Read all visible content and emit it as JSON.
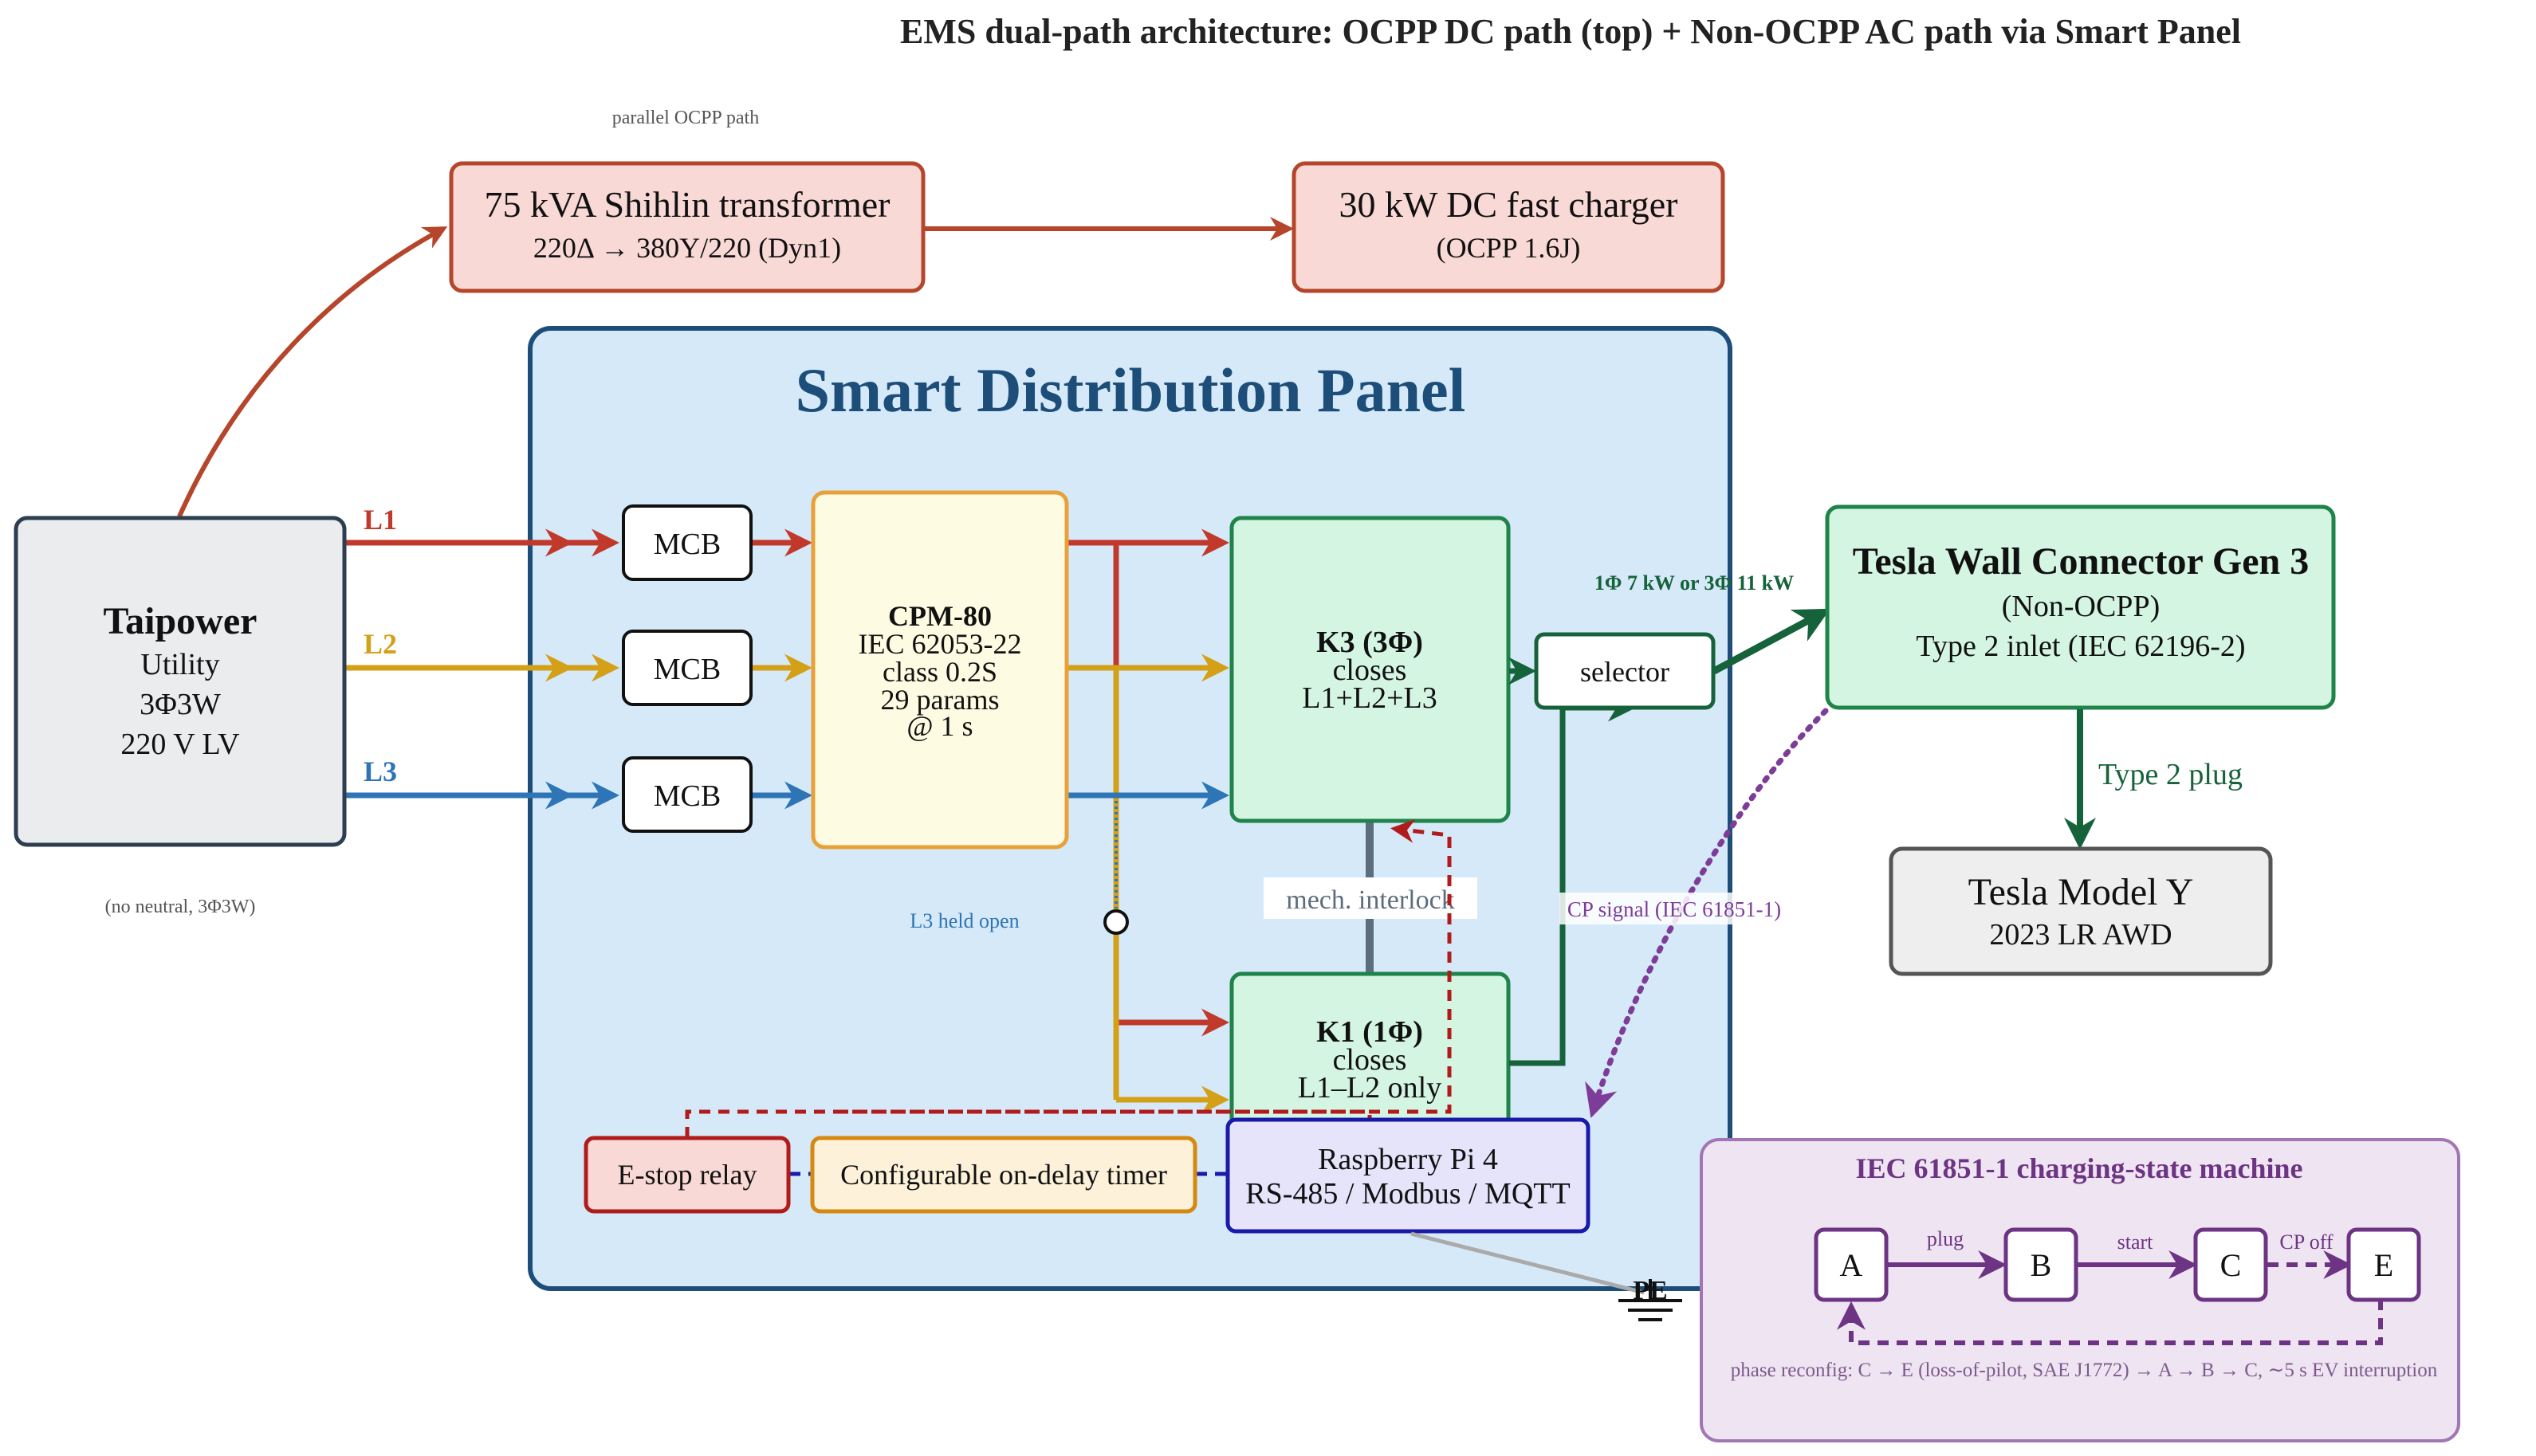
{
  "title": "EMS dual-path architecture: OCPP DC path (top) + Non-OCPP AC path via Smart Panel",
  "colors": {
    "L1": "#c0392b",
    "L2": "#d4a017",
    "L3": "#2e75b6",
    "dc_path": "#b5462c",
    "panel_fill": "#d6e9f8",
    "panel_border": "#1d4e79",
    "green": "#16623a",
    "control_red": "#b01c1c",
    "modbus_blue": "#1a1aa8",
    "purple": "#6c3483",
    "cp_purple": "#7d3c98",
    "interlock": "#5d6d7e"
  },
  "parallel_path_label": "parallel OCPP path",
  "transformer": {
    "title": "75 kVA Shihlin transformer",
    "subtitle": "220Δ → 380Y/220 (Dyn1)"
  },
  "dc_charger": {
    "title": "30 kW DC fast charger",
    "subtitle": "(OCPP 1.6J)"
  },
  "panel_title": "Smart Distribution Panel",
  "taipower": {
    "title": "Taipower",
    "line1": "Utility",
    "line2": "3Φ3W",
    "line3": "220 V LV",
    "note": "(no neutral, 3Φ3W)"
  },
  "phases": {
    "l1": "L1",
    "l2": "L2",
    "l3": "L3"
  },
  "mcb_label": "MCB",
  "cpm": {
    "title": "CPM-80",
    "line1": "IEC 62053-22",
    "line2": "class 0.2S",
    "line3": "29 params",
    "line4": "@ 1 s"
  },
  "l3_note": "L3 held open",
  "k3": {
    "title": "K3 (3Φ)",
    "line1": "closes",
    "line2": "L1+L2+L3"
  },
  "k1": {
    "title": "K1 (1Φ)",
    "line1": "closes",
    "line2": "L1–L2 only"
  },
  "interlock_label": "mech. interlock",
  "selector_label": "selector",
  "power_label": "1Φ 7 kW or 3Φ 11 kW",
  "wall_connector": {
    "title": "Tesla Wall Connector Gen 3",
    "line1": "(Non-OCPP)",
    "line2": "Type 2 inlet (IEC 62196-2)"
  },
  "type2_plug_label": "Type 2 plug",
  "model_y": {
    "title": "Tesla Model Y",
    "subtitle": "2023 LR AWD"
  },
  "cp_signal_label": "CP signal (IEC 61851-1)",
  "estop_label": "E-stop relay",
  "timer_label": "Configurable on-delay timer",
  "rpi": {
    "line1": "Raspberry Pi 4",
    "line2": "RS-485 / Modbus / MQTT"
  },
  "pe_label": "PE",
  "state_machine": {
    "title": "IEC 61851-1 charging-state machine",
    "states": [
      "A",
      "B",
      "C",
      "E"
    ],
    "transitions": [
      "plug",
      "start",
      "CP off"
    ],
    "note": "phase reconfig: C → E (loss-of-pilot, SAE J1772) → A → B → C, ∼5 s EV interruption"
  }
}
